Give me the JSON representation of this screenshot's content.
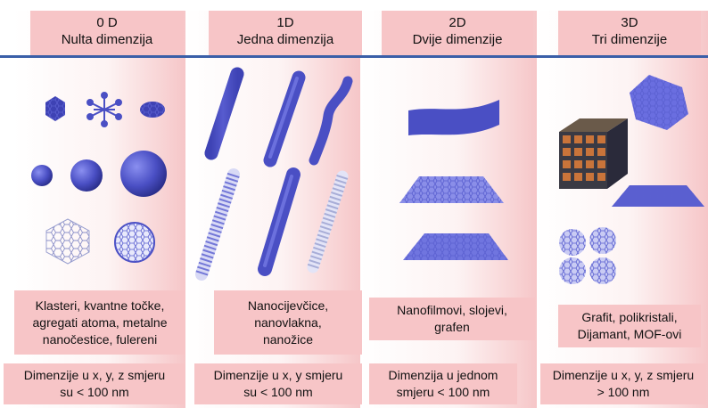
{
  "columns": [
    {
      "dimension": "0 D",
      "name": "Nulta dimenzija",
      "examples": [
        "Klasteri, kvantne točke,",
        "agregati atoma, metalne",
        "nanočestice, fulereni"
      ],
      "size": [
        "Dimenzije u x, y, z smjeru",
        "su < 100 nm"
      ]
    },
    {
      "dimension": "1D",
      "name": "Jedna dimenzija",
      "examples": [
        "Nanocijevčice,",
        "nanovlakna,",
        "nanožice"
      ],
      "size": [
        "Dimenzije u x, y smjeru",
        "su < 100 nm"
      ]
    },
    {
      "dimension": "2D",
      "name": "Dvije dimenzije",
      "examples": [
        "Nanofilmovi, slojevi,",
        "grafen"
      ],
      "size": [
        "Dimenzija u jednom",
        "smjeru < 100 nm"
      ]
    },
    {
      "dimension": "3D",
      "name": "Tri dimenzije",
      "examples": [
        "Grafit, polikristali,",
        "Dijamant, MOF-ovi"
      ],
      "size": [
        "Dimenzije u x, y, z smjeru",
        "> 100 nm"
      ]
    }
  ],
  "colors": {
    "header": "#f7c5c7",
    "rule": "#3a5fa8",
    "nano": "#4a4fc4"
  }
}
